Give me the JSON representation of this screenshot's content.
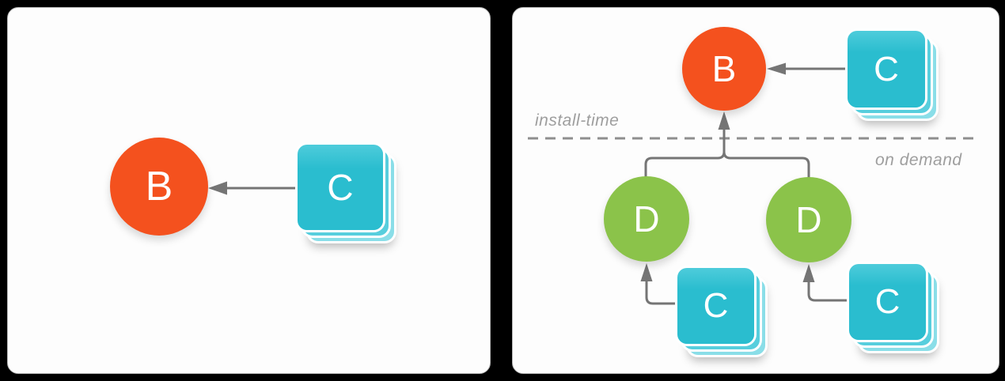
{
  "left_panel": {
    "node_b": "B",
    "module_c": "C"
  },
  "right_panel": {
    "node_b": "B",
    "module_c_top": "C",
    "node_d_left": "D",
    "node_d_right": "D",
    "module_c_left": "C",
    "module_c_right": "C",
    "label_install_time": "install-time",
    "label_on_demand": "on demand"
  },
  "colors": {
    "page_background": "#000000",
    "panel_background": "#FDFDFD",
    "node_b_orange": "#F4511E",
    "node_d_green": "#8BC34A",
    "module_c_teal": "#2ABDCF",
    "module_c_teal_light": "#4ECCDB",
    "module_stack_layer1": "#57CEDD",
    "module_stack_layer2": "#8ADEE8",
    "connector_gray": "#757575",
    "dashed_divider_gray": "#8E8E8E",
    "zone_label_gray": "#9E9E9E",
    "node_text": "#FFFFFF"
  }
}
